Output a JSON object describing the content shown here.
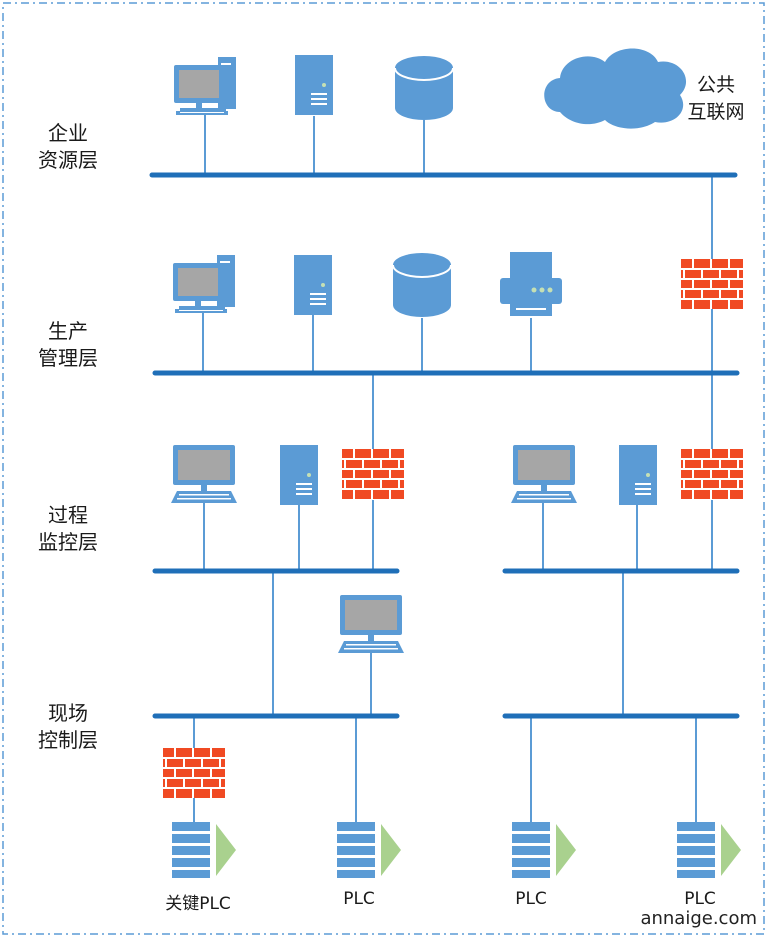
{
  "layers": {
    "erp": {
      "line1": "企业",
      "line2": "资源层"
    },
    "mes": {
      "line1": "生产",
      "line2": "管理层"
    },
    "scada": {
      "line1": "过程",
      "line2": "监控层"
    },
    "field": {
      "line1": "现场",
      "line2": "控制层"
    }
  },
  "internet": {
    "line1": "公共",
    "line2": "互联网"
  },
  "plcs": [
    "关键PLC",
    "PLC",
    "PLC",
    "PLC"
  ],
  "watermark": "annaige.com",
  "colors": {
    "bus": "#1f6fb8",
    "device": "#5b9bd5",
    "firewall_brick": "#f04a23",
    "monitor_screen": "#a6a6a6",
    "plc_arrow": "#a9d18e"
  }
}
